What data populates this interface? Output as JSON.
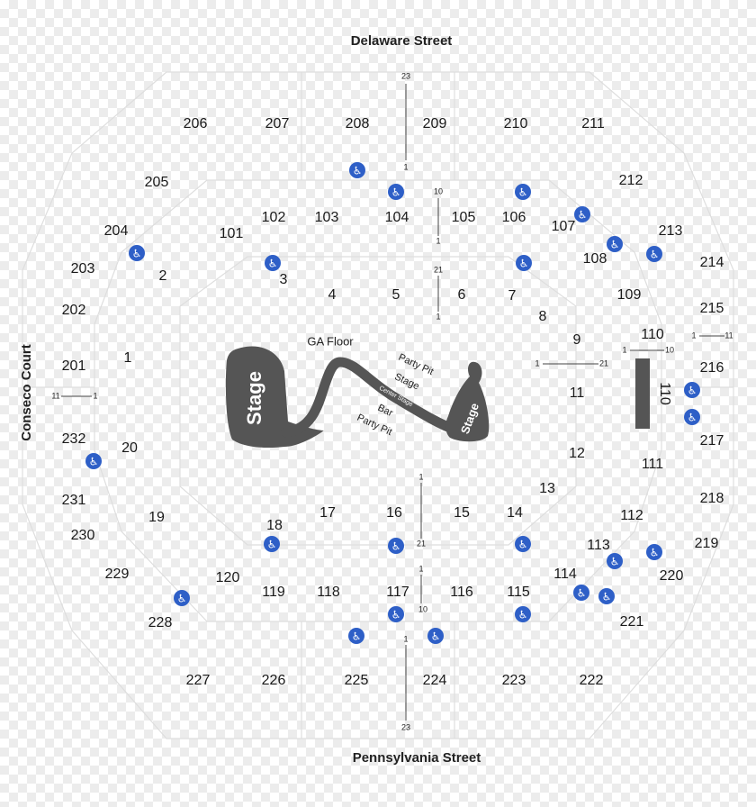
{
  "streets": {
    "north": "Delaware Street",
    "south": "Pennsylvania Street",
    "west": "Conseco Court"
  },
  "stage": {
    "main_label": "Stage",
    "runway_label": "Stage",
    "floor_label": "GA Floor",
    "party_pit_top": "Party Pit",
    "stage_small": "Stage",
    "center_stage": "Center Stage",
    "bar": "Bar",
    "party_pit_bottom": "Party Pit",
    "section_110_label": "110"
  },
  "sections": [
    {
      "id": "206",
      "label": "206"
    },
    {
      "id": "207",
      "label": "207"
    },
    {
      "id": "208",
      "label": "208"
    },
    {
      "id": "209",
      "label": "209"
    },
    {
      "id": "210",
      "label": "210"
    },
    {
      "id": "211",
      "label": "211"
    },
    {
      "id": "205",
      "label": "205"
    },
    {
      "id": "212",
      "label": "212"
    },
    {
      "id": "204",
      "label": "204"
    },
    {
      "id": "101",
      "label": "101"
    },
    {
      "id": "102",
      "label": "102"
    },
    {
      "id": "103",
      "label": "103"
    },
    {
      "id": "104",
      "label": "104"
    },
    {
      "id": "105",
      "label": "105"
    },
    {
      "id": "106",
      "label": "106"
    },
    {
      "id": "107",
      "label": "107"
    },
    {
      "id": "213",
      "label": "213"
    },
    {
      "id": "203",
      "label": "203"
    },
    {
      "id": "2",
      "label": "2"
    },
    {
      "id": "3",
      "label": "3"
    },
    {
      "id": "108",
      "label": "108"
    },
    {
      "id": "214",
      "label": "214"
    },
    {
      "id": "4",
      "label": "4"
    },
    {
      "id": "5",
      "label": "5"
    },
    {
      "id": "6",
      "label": "6"
    },
    {
      "id": "7",
      "label": "7"
    },
    {
      "id": "109",
      "label": "109"
    },
    {
      "id": "202",
      "label": "202"
    },
    {
      "id": "8",
      "label": "8"
    },
    {
      "id": "215",
      "label": "215"
    },
    {
      "id": "110",
      "label": "110"
    },
    {
      "id": "9",
      "label": "9"
    },
    {
      "id": "1",
      "label": "1"
    },
    {
      "id": "201",
      "label": "201"
    },
    {
      "id": "216",
      "label": "216"
    },
    {
      "id": "11",
      "label": "11"
    },
    {
      "id": "232",
      "label": "232"
    },
    {
      "id": "20",
      "label": "20"
    },
    {
      "id": "217",
      "label": "217"
    },
    {
      "id": "12",
      "label": "12"
    },
    {
      "id": "111",
      "label": "111"
    },
    {
      "id": "13",
      "label": "13"
    },
    {
      "id": "231",
      "label": "231"
    },
    {
      "id": "218",
      "label": "218"
    },
    {
      "id": "19",
      "label": "19"
    },
    {
      "id": "17",
      "label": "17"
    },
    {
      "id": "16",
      "label": "16"
    },
    {
      "id": "15",
      "label": "15"
    },
    {
      "id": "14",
      "label": "14"
    },
    {
      "id": "112",
      "label": "112"
    },
    {
      "id": "18",
      "label": "18"
    },
    {
      "id": "230",
      "label": "230"
    },
    {
      "id": "219",
      "label": "219"
    },
    {
      "id": "113",
      "label": "113"
    },
    {
      "id": "229",
      "label": "229"
    },
    {
      "id": "120",
      "label": "120"
    },
    {
      "id": "114",
      "label": "114"
    },
    {
      "id": "220",
      "label": "220"
    },
    {
      "id": "119",
      "label": "119"
    },
    {
      "id": "118",
      "label": "118"
    },
    {
      "id": "117",
      "label": "117"
    },
    {
      "id": "116",
      "label": "116"
    },
    {
      "id": "115",
      "label": "115"
    },
    {
      "id": "228",
      "label": "228"
    },
    {
      "id": "221",
      "label": "221"
    },
    {
      "id": "227",
      "label": "227"
    },
    {
      "id": "226",
      "label": "226"
    },
    {
      "id": "225",
      "label": "225"
    },
    {
      "id": "224",
      "label": "224"
    },
    {
      "id": "223",
      "label": "223"
    },
    {
      "id": "222",
      "label": "222"
    }
  ],
  "row_markers": [
    {
      "id": "n-top",
      "label": "23"
    },
    {
      "id": "n-bot",
      "label": "1"
    },
    {
      "id": "n2-top",
      "label": "10"
    },
    {
      "id": "n2-bot",
      "label": "1"
    },
    {
      "id": "n3-top",
      "label": "21"
    },
    {
      "id": "n3-bot",
      "label": "1"
    },
    {
      "id": "e1-left",
      "label": "1"
    },
    {
      "id": "e1-right",
      "label": "11"
    },
    {
      "id": "e2-left",
      "label": "1"
    },
    {
      "id": "e2-right",
      "label": "10"
    },
    {
      "id": "e3-left",
      "label": "1"
    },
    {
      "id": "e3-right",
      "label": "21"
    },
    {
      "id": "w-left",
      "label": "11"
    },
    {
      "id": "w-right",
      "label": "1"
    },
    {
      "id": "s1-top",
      "label": "1"
    },
    {
      "id": "s1-bot",
      "label": "21"
    },
    {
      "id": "s2-top",
      "label": "1"
    },
    {
      "id": "s2-bot",
      "label": "10"
    },
    {
      "id": "s3-top",
      "label": "1"
    },
    {
      "id": "s3-bot",
      "label": "23"
    }
  ],
  "accessibility_icon": "wheelchair-icon",
  "colors": {
    "stage": "#555555",
    "accessible": "#2e5fc7"
  }
}
